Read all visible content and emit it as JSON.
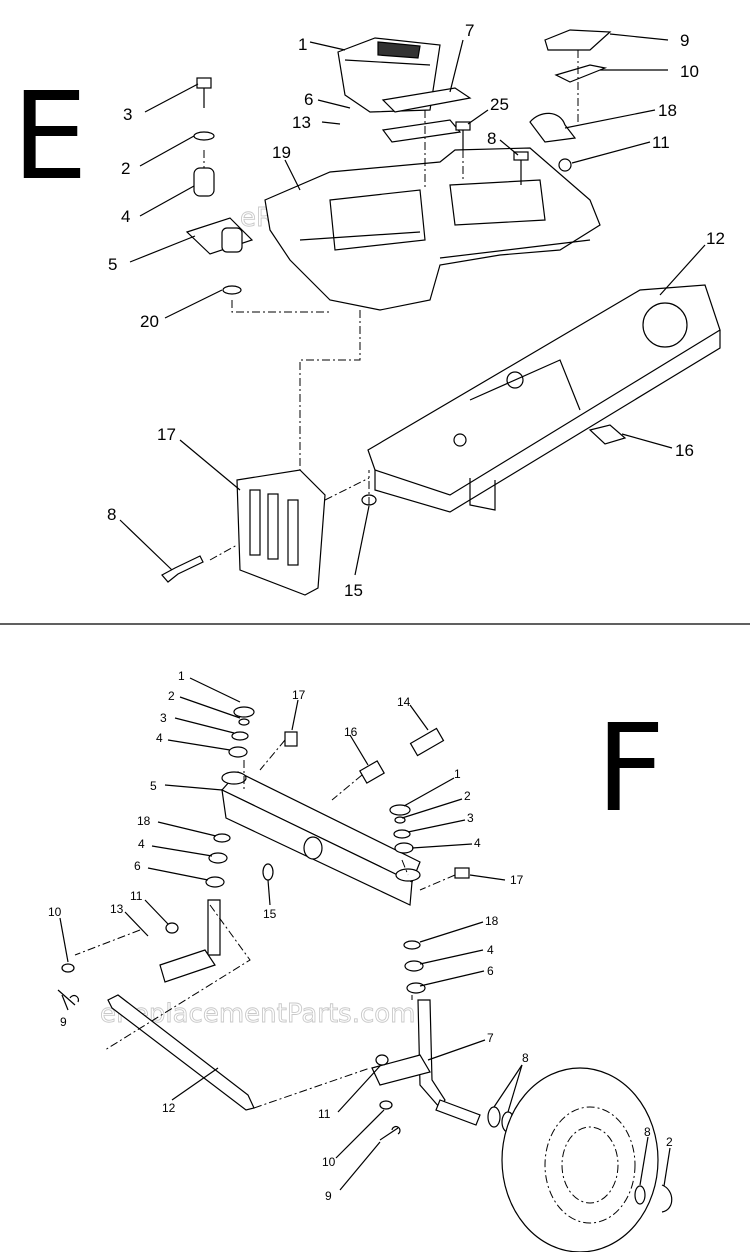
{
  "sections": {
    "e": {
      "letter": "E",
      "callouts": [
        "1",
        "7",
        "9",
        "10",
        "3",
        "6",
        "13",
        "25",
        "18",
        "2",
        "8",
        "11",
        "19",
        "4",
        "5",
        "12",
        "20",
        "17",
        "16",
        "8",
        "15"
      ]
    },
    "f": {
      "letter": "F",
      "callouts": [
        "1",
        "17",
        "14",
        "2",
        "3",
        "4",
        "16",
        "1",
        "5",
        "2",
        "3",
        "18",
        "4",
        "4",
        "6",
        "17",
        "15",
        "11",
        "10",
        "13",
        "18",
        "4",
        "6",
        "7",
        "8",
        "11",
        "8",
        "2",
        "9",
        "12",
        "10",
        "9"
      ]
    }
  },
  "watermark": "eReplacementParts.com"
}
